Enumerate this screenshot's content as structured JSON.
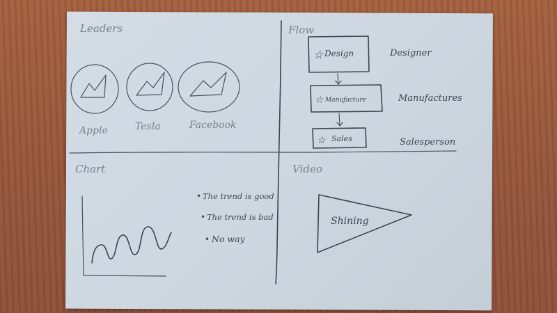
{
  "leaders": {
    "heading": "Leaders",
    "companies": [
      {
        "name": "Apple"
      },
      {
        "name": "Tesla"
      },
      {
        "name": "Facebook"
      }
    ]
  },
  "flow": {
    "heading": "Flow",
    "steps": [
      {
        "box_label": "Design",
        "role": "Designer"
      },
      {
        "box_label": "Manufacture",
        "role": "Manufactures"
      },
      {
        "box_label": "Sales",
        "role": "Salesperson"
      }
    ]
  },
  "chart": {
    "heading": "Chart",
    "bullets": [
      "The trend is good",
      "The trend is bad",
      "No way"
    ]
  },
  "video": {
    "heading": "Video",
    "label": "Shining"
  },
  "colors": {
    "paper": "#cfd8e1",
    "ink": "#3d4350",
    "table": "#9b5a3c"
  }
}
